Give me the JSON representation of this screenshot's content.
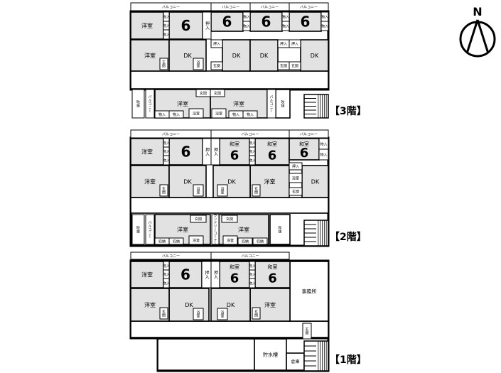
{
  "labels": {
    "western": "洋室",
    "japanese": "和室",
    "six": "6",
    "closet": "物入",
    "oshiire": "押入",
    "dk": "DK",
    "entrance": "玄関",
    "bath": "浴室",
    "void": "吹抜",
    "balcony": "バルコニー",
    "storage": "収納",
    "laundry": "ランドリーコーナー",
    "office": "事務所",
    "water_tank": "貯水槽",
    "warehouse": "倉庫"
  },
  "floors": {
    "f3": "【3階】",
    "f2": "【2階】",
    "f1": "【1階】"
  },
  "compass": {
    "north": "N"
  },
  "colors": {
    "room": "#e2e2e2",
    "wall": "#000000",
    "corridor": "#ffffff"
  }
}
